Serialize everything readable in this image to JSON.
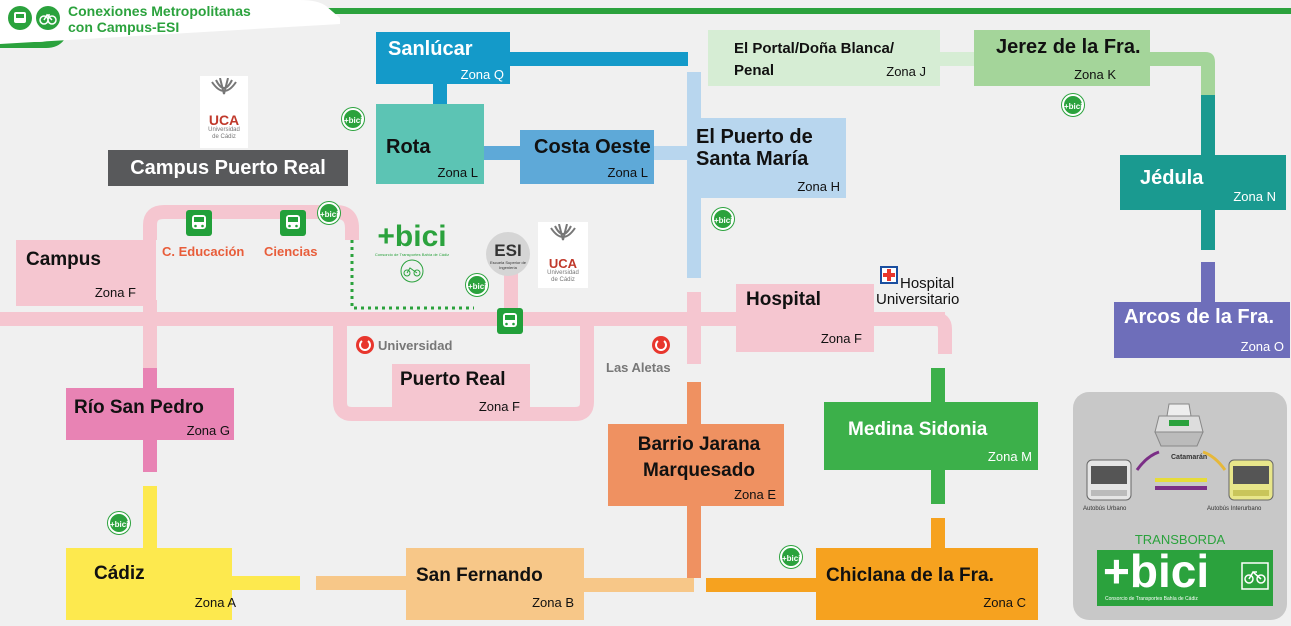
{
  "header": {
    "title_line1": "Conexiones Metropolitanas",
    "title_line2": "con Campus-ESI"
  },
  "zones": {
    "sanlucar": {
      "name": "Sanlúcar",
      "zone": "Zona Q"
    },
    "rota": {
      "name": "Rota",
      "zone": "Zona L"
    },
    "costa_oeste": {
      "name": "Costa Oeste",
      "zone": "Zona L"
    },
    "puerto_sm": {
      "name_line1": "El Puerto de",
      "name_line2": "Santa María",
      "zone": "Zona H"
    },
    "portal": {
      "name_line1": "El Portal/Doña Blanca/",
      "name_line2": "Penal",
      "zone": "Zona J"
    },
    "jerez": {
      "name": "Jerez de la Fra.",
      "zone": "Zona K"
    },
    "jedula": {
      "name": "Jédula",
      "zone": "Zona N"
    },
    "arcos": {
      "name": "Arcos de la Fra.",
      "zone": "Zona O"
    },
    "campus": {
      "name": "Campus",
      "zone": "Zona F"
    },
    "hospital": {
      "name": "Hospital",
      "zone": "Zona F"
    },
    "puerto_real": {
      "name": "Puerto Real",
      "zone": "Zona F"
    },
    "rio_san_pedro": {
      "name": "Río San Pedro",
      "zone": "Zona G"
    },
    "barrio_jarana": {
      "name_line1": "Barrio Jarana",
      "name_line2": "Marquesado",
      "zone": "Zona E"
    },
    "medina": {
      "name": "Medina Sidonia",
      "zone": "Zona M"
    },
    "cadiz": {
      "name": "Cádiz",
      "zone": "Zona A"
    },
    "san_fernando": {
      "name": "San Fernando",
      "zone": "Zona B"
    },
    "chiclana": {
      "name": "Chiclana de la Fra.",
      "zone": "Zona C"
    }
  },
  "campus_puerto_real": "Campus Puerto Real",
  "uca": {
    "letters": "UCA",
    "sub1": "Universidad",
    "sub2": "de Cádiz"
  },
  "esi": {
    "letters": "ESI",
    "sub": "Escuela Superior de Ingeniería"
  },
  "stops": {
    "educacion": "C. Educación",
    "ciencias": "Ciencias",
    "universidad": "Universidad",
    "las_aletas": "Las Aletas"
  },
  "hospital_univ": {
    "line1": "Hospital",
    "line2": "Universitario"
  },
  "bici": {
    "label": "+bici",
    "logo": "+bici",
    "consorcio": "Consorcio de Transportes Bahía de Cádiz"
  },
  "legend": {
    "catamaran": "Catamarán",
    "bus_urbano": "Autobús Urbano",
    "bus_interurbano": "Autobús Interurbano",
    "transborda": "TRANSBORDA",
    "bici": "+bici",
    "consorcio": "Consorcio de Transportes Bahía de Cádiz"
  },
  "colors": {
    "green": "#2ba23d",
    "pink": "#f5c6d0",
    "blue_sanlucar": "#149ac9",
    "teal_rota": "#5cc4b4",
    "blue_costa": "#5ea9d8",
    "light_blue": "#b8d6ee",
    "light_green": "#d6edd4",
    "green_jerez": "#a4d59a",
    "teal_jedula": "#1a9a90",
    "purple_arcos": "#6e6eba",
    "magenta_rio": "#e883b4",
    "orange_jarana": "#ef9161",
    "green_medina": "#3cb04a",
    "yellow_cadiz": "#fde94e",
    "tan_sanfer": "#f7c788",
    "orange_chiclana": "#f6a21f",
    "gray_campus": "#58595b"
  }
}
